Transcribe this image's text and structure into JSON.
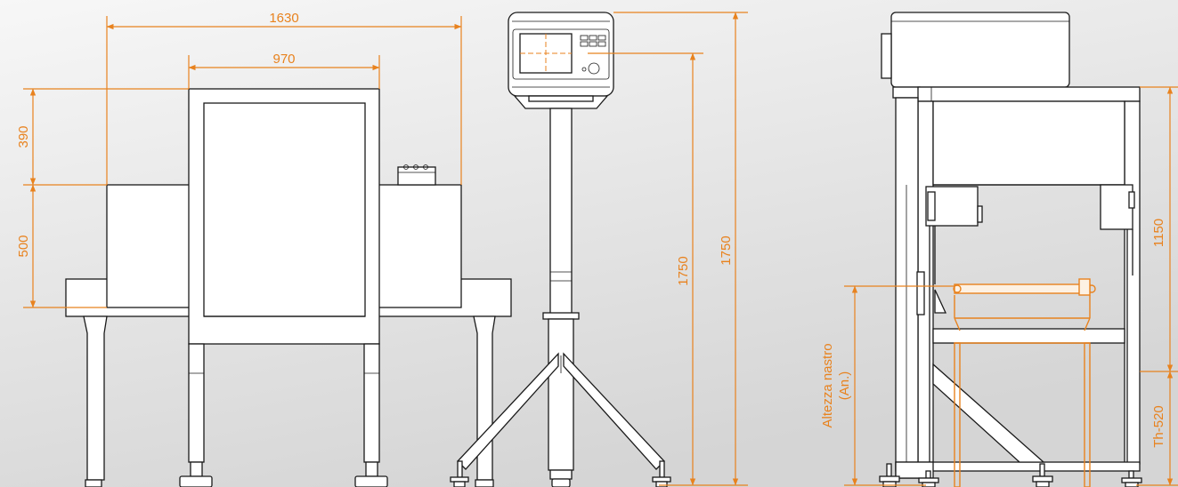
{
  "colors": {
    "background_light": "#f5f5f5",
    "background_dark": "#d7d7d7",
    "dimension": "#e8821e",
    "machine_line": "#1a1a1a"
  },
  "front_view": {
    "overall_length_label": "1630",
    "inner_width_label": "970",
    "upper_height_label": "390",
    "tunnel_height_label": "500"
  },
  "stand_view": {
    "inner_height_label": "1750",
    "outer_height_label": "1750"
  },
  "side_view": {
    "frame_height_label": "1150",
    "lower_height_label": "Th-520",
    "belt_height_label_line1": "Altezza nastro",
    "belt_height_label_line2": "(An.)"
  }
}
